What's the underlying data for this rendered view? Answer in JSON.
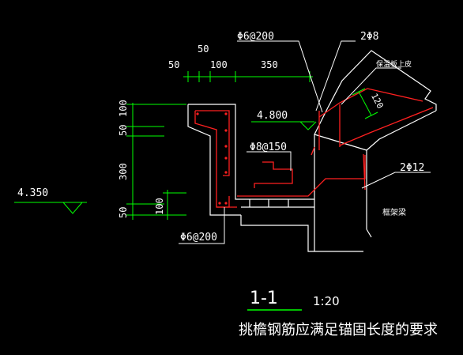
{
  "labels": {
    "rebar_top": "Φ6@200",
    "rebar_2phi8": "2Φ8",
    "protection_note": "保温板上皮",
    "dim_50a": "50",
    "dim_50b": "50",
    "dim_100": "100",
    "dim_350": "350",
    "elev_4800": "4.800",
    "rebar_phi8_150": "Φ8@150",
    "dim_120": "120",
    "rebar_2phi12": "2Φ12",
    "beam_label": "框架梁",
    "elev_4350": "4.350",
    "dim_v100_top": "100",
    "dim_v50_a": "50",
    "dim_v300": "300",
    "dim_v50_b": "50",
    "dim_v100_right": "100",
    "rebar_bottom": "Φ6@200"
  },
  "title": {
    "section": "1-1",
    "scale": "1:20",
    "note": "挑檐钢筋应满足锚固长度的要求"
  },
  "colors": {
    "background": "#000000",
    "outline": "#ffffff",
    "rebar": "#ff2020",
    "dimension": "#00ff00",
    "text": "#ffffff"
  }
}
